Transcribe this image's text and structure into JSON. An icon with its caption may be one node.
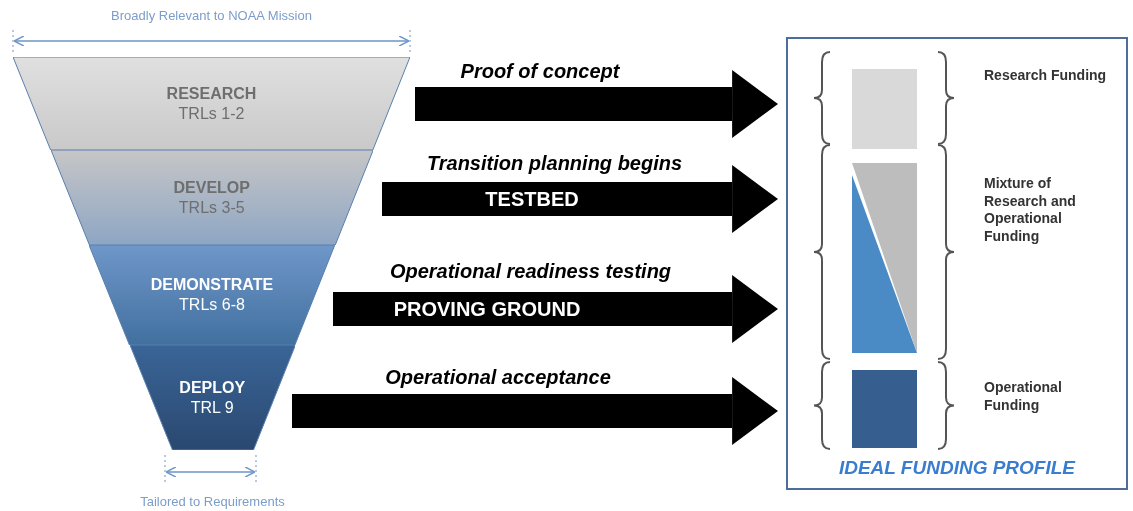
{
  "diagram": {
    "nodes": [
      {
        "text": [
          "RESEARCH",
          "TRLs 1-2"
        ]
      },
      {
        "text": [
          "DEVELOP",
          "TRLs 3-5"
        ]
      },
      {
        "text": [
          "DEMONSTRATE",
          "TRLs 6-8"
        ]
      },
      {
        "text": [
          "DEPLOY",
          "TRL 9"
        ]
      },
      {
        "text": [
          "IDEAL FUNDING PROFILE"
        ]
      },
      {
        "text": [],
        "shape": "bar",
        "in": 4
      },
      {
        "text": [],
        "shape": "bar",
        "in": 4
      },
      {
        "text": [],
        "shape": "bar",
        "in": 4
      }
    ],
    "edges": [
      {
        "from": 0,
        "to": 4,
        "arrow": "to"
      },
      {
        "from": 1,
        "to": 4,
        "arrow": "to",
        "label": "TESTBED"
      },
      {
        "from": 2,
        "to": 4,
        "arrow": "to",
        "label": "PROVING GROUND"
      },
      {
        "from": 3,
        "to": 4,
        "arrow": "to"
      }
    ],
    "labels": [
      "Broadly Relevant to NOAA Mission",
      "Proof of concept",
      "Transition planning begins",
      "Operational readiness testing",
      "Operational acceptance",
      "Tailored to Requirements",
      "Research Funding",
      "Mixture of Research and Operational Funding",
      "Operational Funding"
    ]
  }
}
